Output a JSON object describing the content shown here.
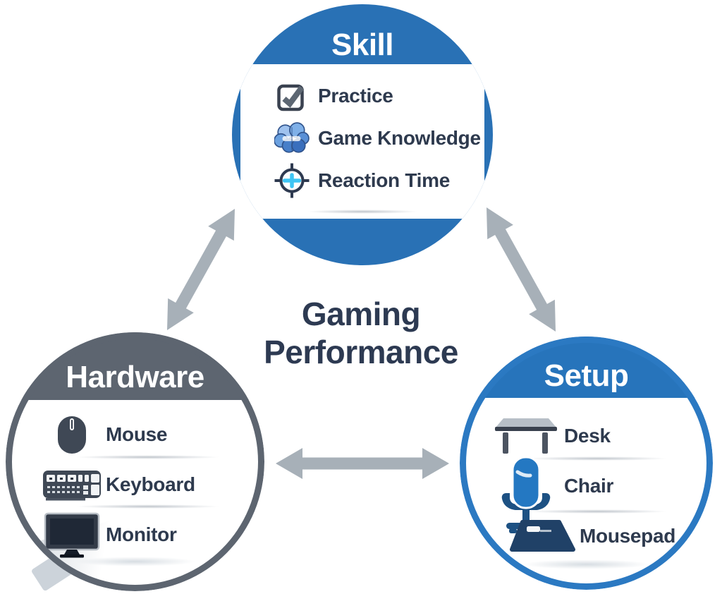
{
  "diagram": {
    "center_title": "Gaming Performance",
    "nodes": {
      "skill": {
        "title": "Skill",
        "theme_color": "#2971b5",
        "items": [
          {
            "label": "Practice",
            "icon": "checkbox-icon"
          },
          {
            "label": "Game Knowledge",
            "icon": "brain-icon"
          },
          {
            "label": "Reaction Time",
            "icon": "crosshair-icon"
          }
        ]
      },
      "hardware": {
        "title": "Hardware",
        "theme_color": "#5d6570",
        "items": [
          {
            "label": "Mouse",
            "icon": "mouse-icon"
          },
          {
            "label": "Keyboard",
            "icon": "keyboard-icon"
          },
          {
            "label": "Monitor",
            "icon": "monitor-icon"
          }
        ]
      },
      "setup": {
        "title": "Setup",
        "theme_color": "#2b79c2",
        "items": [
          {
            "label": "Desk",
            "icon": "desk-icon"
          },
          {
            "label": "Chair",
            "icon": "chair-icon"
          },
          {
            "label": "Mousepad",
            "icon": "mousepad-icon"
          }
        ]
      }
    },
    "connections": [
      {
        "from": "Skill",
        "to": "Hardware",
        "type": "bidirectional-arrow"
      },
      {
        "from": "Skill",
        "to": "Setup",
        "type": "bidirectional-arrow"
      },
      {
        "from": "Hardware",
        "to": "Setup",
        "type": "bidirectional-arrow"
      }
    ],
    "colors": {
      "node_blue": "#2971b5",
      "node_slate": "#5d6570",
      "ring_blue": "#2b79c2",
      "text_navy": "#2d3a52",
      "arrow_gray": "#a7b0b8",
      "accent_cyan": "#3fc5f4"
    }
  }
}
